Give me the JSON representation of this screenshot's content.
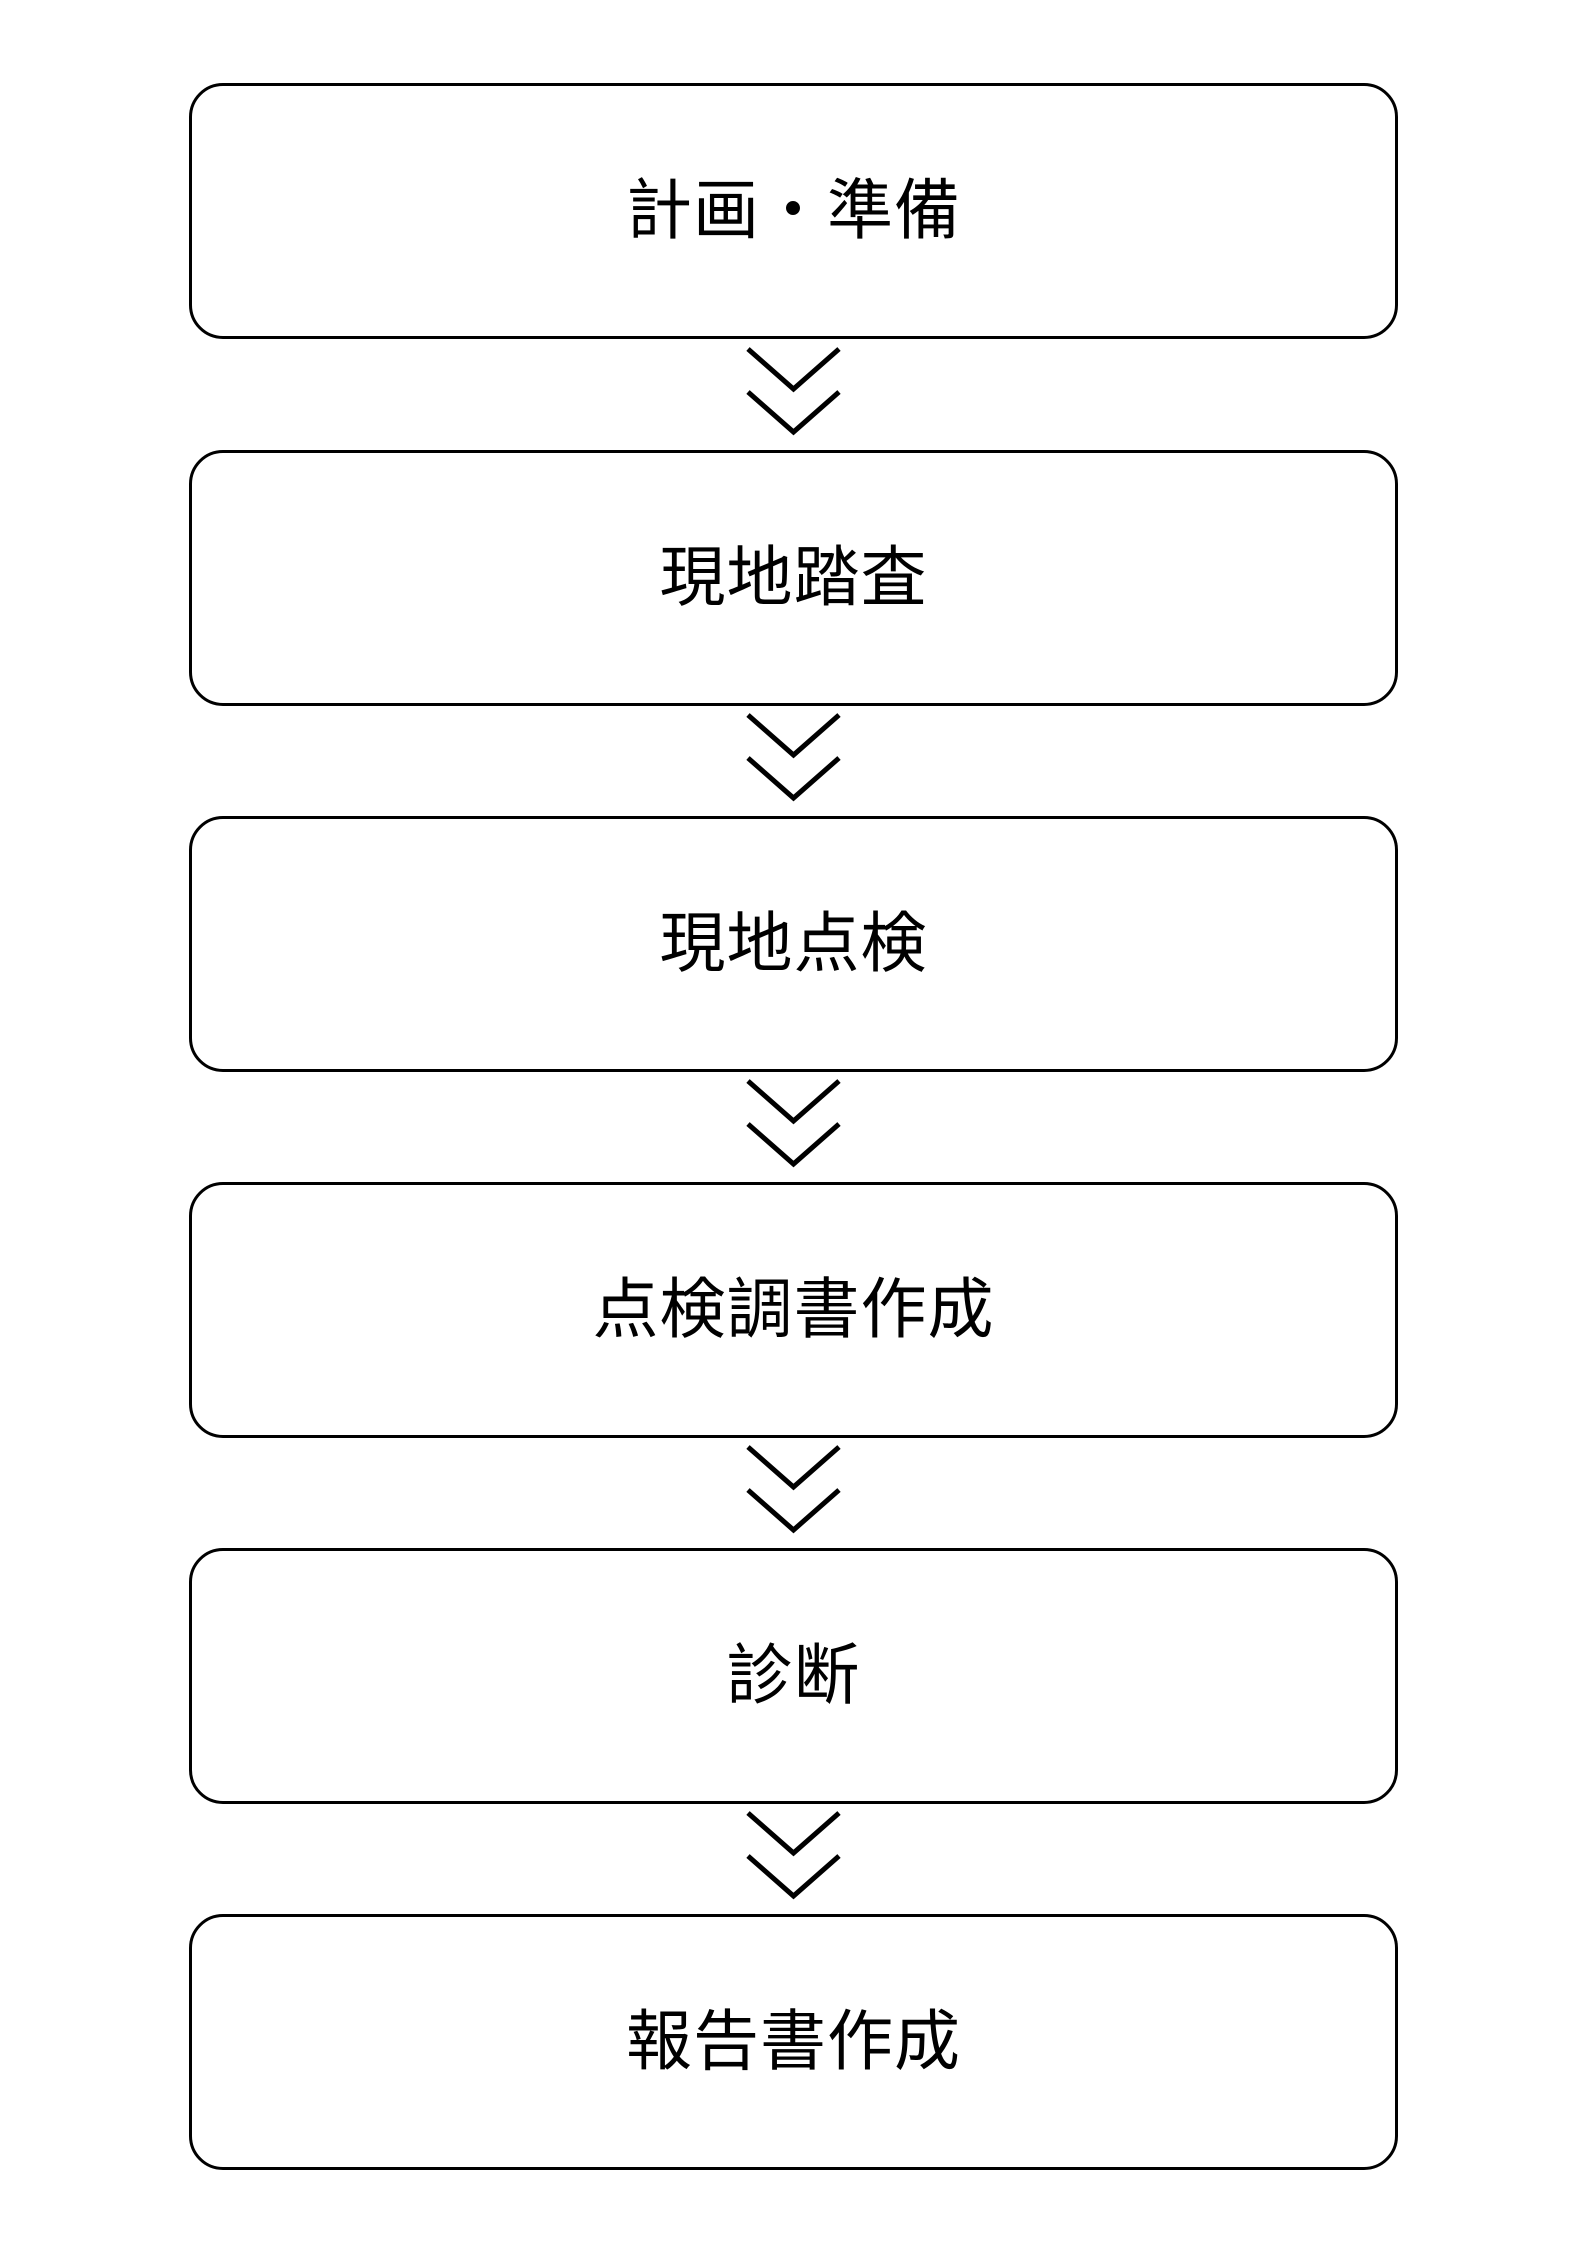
{
  "flow": {
    "steps": [
      {
        "label": "計画・準備"
      },
      {
        "label": "現地踏査"
      },
      {
        "label": "現地点検"
      },
      {
        "label": "点検調書作成"
      },
      {
        "label": "診断"
      },
      {
        "label": "報告書作成"
      }
    ],
    "connector_icon": "double-chevron-down-icon",
    "colors": {
      "stroke": "#000000",
      "background": "#ffffff"
    }
  }
}
